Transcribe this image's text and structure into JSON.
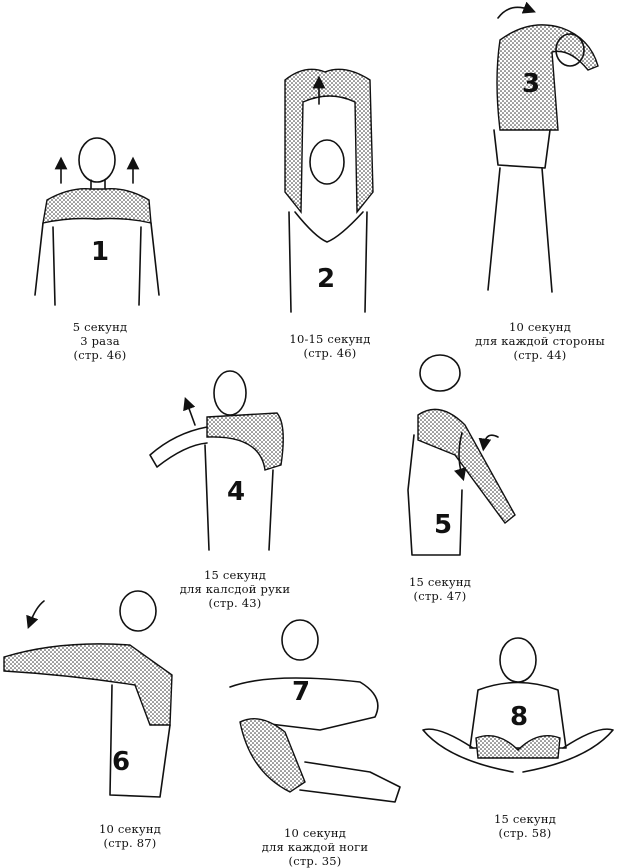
{
  "exercises": [
    {
      "number": "1",
      "lines": [
        "5 секунд",
        "3 раза",
        "(стр. 46)"
      ]
    },
    {
      "number": "2",
      "lines": [
        "10-15 секунд",
        "(стр. 46)"
      ]
    },
    {
      "number": "3",
      "lines": [
        "10 секунд",
        "для каждой стороны",
        "(стр. 44)"
      ]
    },
    {
      "number": "4",
      "lines": [
        "15 секунд",
        "для калсдой руки",
        "(стр. 43)"
      ]
    },
    {
      "number": "5",
      "lines": [
        "15 секунд",
        "(стр. 47)"
      ]
    },
    {
      "number": "6",
      "lines": [
        "10 секунд",
        "(стр. 87)"
      ]
    },
    {
      "number": "7",
      "lines": [
        "10 секунд",
        "для каждой ноги",
        "(стр. 35)"
      ]
    },
    {
      "number": "8",
      "lines": [
        "15 секунд",
        "(стр. 58)"
      ]
    }
  ],
  "colors": {
    "ink": "#111111",
    "background": "#ffffff"
  },
  "icons": [
    "arrow-up-icon",
    "curved-arrow-icon"
  ]
}
